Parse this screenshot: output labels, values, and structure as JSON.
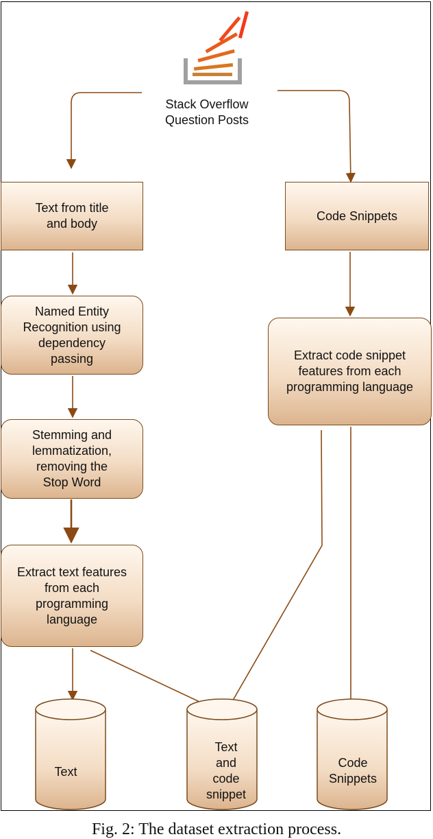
{
  "source": {
    "label": "Stack Overflow\nQuestion Posts"
  },
  "boxes": {
    "text_title_body": "Text from title\nand body",
    "code_snippets": "Code Snippets",
    "ner": "Named Entity\nRecognition using\ndependency\npassing",
    "stemming": "Stemming and\nlemmatization,\nremoving the\nStop Word",
    "extract_text": "Extract text features\nfrom each\nprogramming\nlanguage",
    "extract_code": "Extract code snippet\nfeatures from each\nprogramming language"
  },
  "datasets": {
    "text": "Text",
    "text_code": "Text\nand\ncode\nsnippet",
    "code": "Code\nSnippets"
  },
  "colors": {
    "arrow": "#8b4a14",
    "box_border": "#7a4a1c",
    "box_fill_top": "#fff7ee",
    "box_fill_bottom": "#dcb48e"
  },
  "caption": "Fig. 2: The dataset extraction process."
}
